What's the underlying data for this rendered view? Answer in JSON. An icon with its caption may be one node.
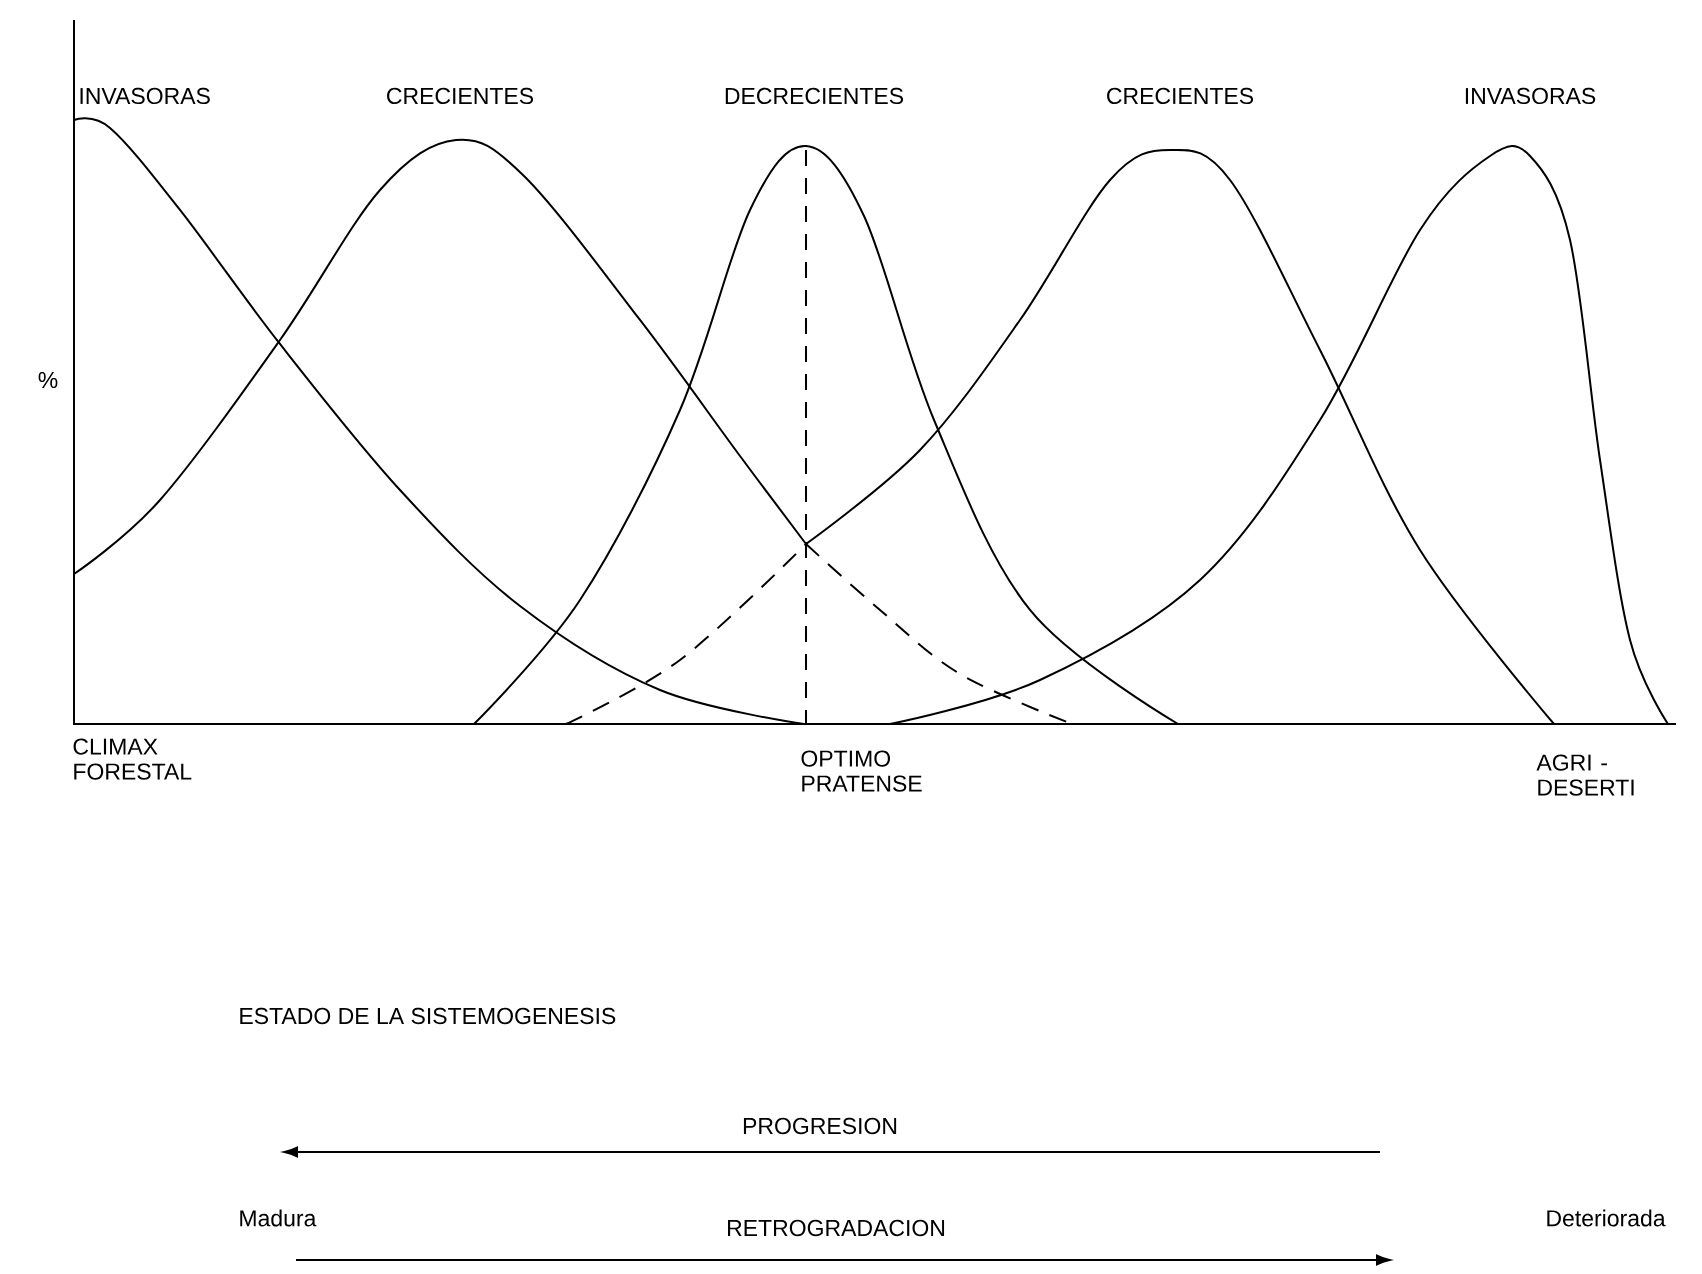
{
  "diagram": {
    "labels": [
      "INVASORAS",
      "CRECIENTES",
      "DECRECIENTES",
      "CRECIENTES",
      "INVASORAS",
      "%",
      "CLIMAX FORESTAL",
      "OPTIMO PRATENSE",
      "AGRI - DESERTI",
      "ESTADO DE LA SISTEMOGENESIS",
      "PROGRESION",
      "Madura",
      "Deteriorada",
      "RETROGRADACION"
    ]
  }
}
